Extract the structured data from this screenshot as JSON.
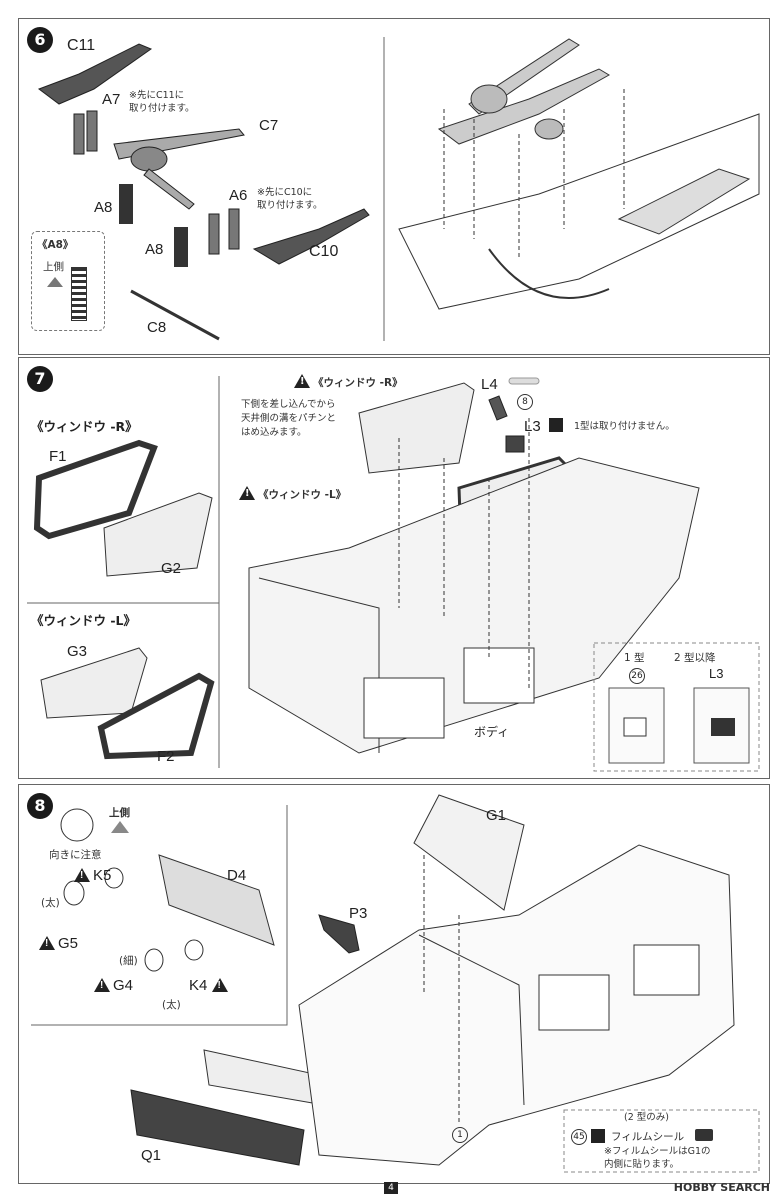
{
  "step6": {
    "num": "6",
    "c11": "C11",
    "a7": "A7",
    "a7_note1": "※先にC11に",
    "a7_note2": "取り付けます。",
    "c7": "C7",
    "a8_top": "A8",
    "a8_bottom": "A8",
    "a6": "A6",
    "a6_note1": "※先にC10に",
    "a6_note2": "取り付けます。",
    "c10": "C10",
    "c8": "C8",
    "inset_title": "《A8》",
    "inset_up": "上側"
  },
  "step7": {
    "num": "7",
    "window_r_header": "《ウィンドウ -R》",
    "window_l_header": "《ウィンドウ -L》",
    "callout_r": "《ウィンドウ -R》",
    "callout_r_note1": "下側を差し込んでから",
    "callout_r_note2": "天井側の溝をパチンと",
    "callout_r_note3": "はめ込みます。",
    "callout_l": "《ウィンドウ -L》",
    "f1": "F1",
    "g2": "G2",
    "g3": "G3",
    "f2": "F2",
    "l4": "L4",
    "l4_num": "8",
    "l3": "L3",
    "l3_note": "1型は取り付けません。",
    "body": "ボディ",
    "type1": "1 型",
    "type2": "2 型以降",
    "type1_num": "26",
    "type2_part": "L3"
  },
  "step8": {
    "num": "8",
    "up": "上側",
    "orient_note": "向きに注意",
    "k5": "K5",
    "d4": "D4",
    "thick1": "(太)",
    "g5": "G5",
    "thin": "(細)",
    "g4": "G4",
    "k4": "K4",
    "thick2": "(太)",
    "g1": "G1",
    "p3": "P3",
    "q1": "Q1",
    "marker1": "1",
    "type2_only": "(2 型のみ)",
    "film_num": "45",
    "film_label": "フィルムシール",
    "film_note1": "※フィルムシールはG1の",
    "film_note2": "内側に貼ります。"
  },
  "footer": {
    "page": "4",
    "watermark": "HOBBY SEARCH"
  }
}
